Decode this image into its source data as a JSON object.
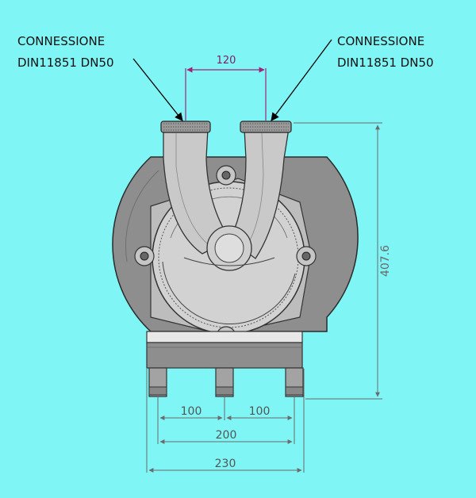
{
  "labels": {
    "connection_left_line1": "CONNESSIONE",
    "connection_left_line2": "DIN11851 DN50",
    "connection_right_line1": "CONNESSIONE",
    "connection_right_line2": "DIN11851 DN50"
  },
  "dimensions": {
    "inlet_spacing": "120",
    "height": "407.6",
    "foot_left_spacing": "100",
    "foot_right_spacing": "100",
    "foot_outer_spacing": "200",
    "base_width": "230"
  },
  "colors": {
    "background": "#7ff5f5",
    "body_gray": "#8e8e8e",
    "casing_light": "#cdcdcd",
    "dimension_gray": "#6b6b6b",
    "dimension_magenta": "#a0247a"
  }
}
